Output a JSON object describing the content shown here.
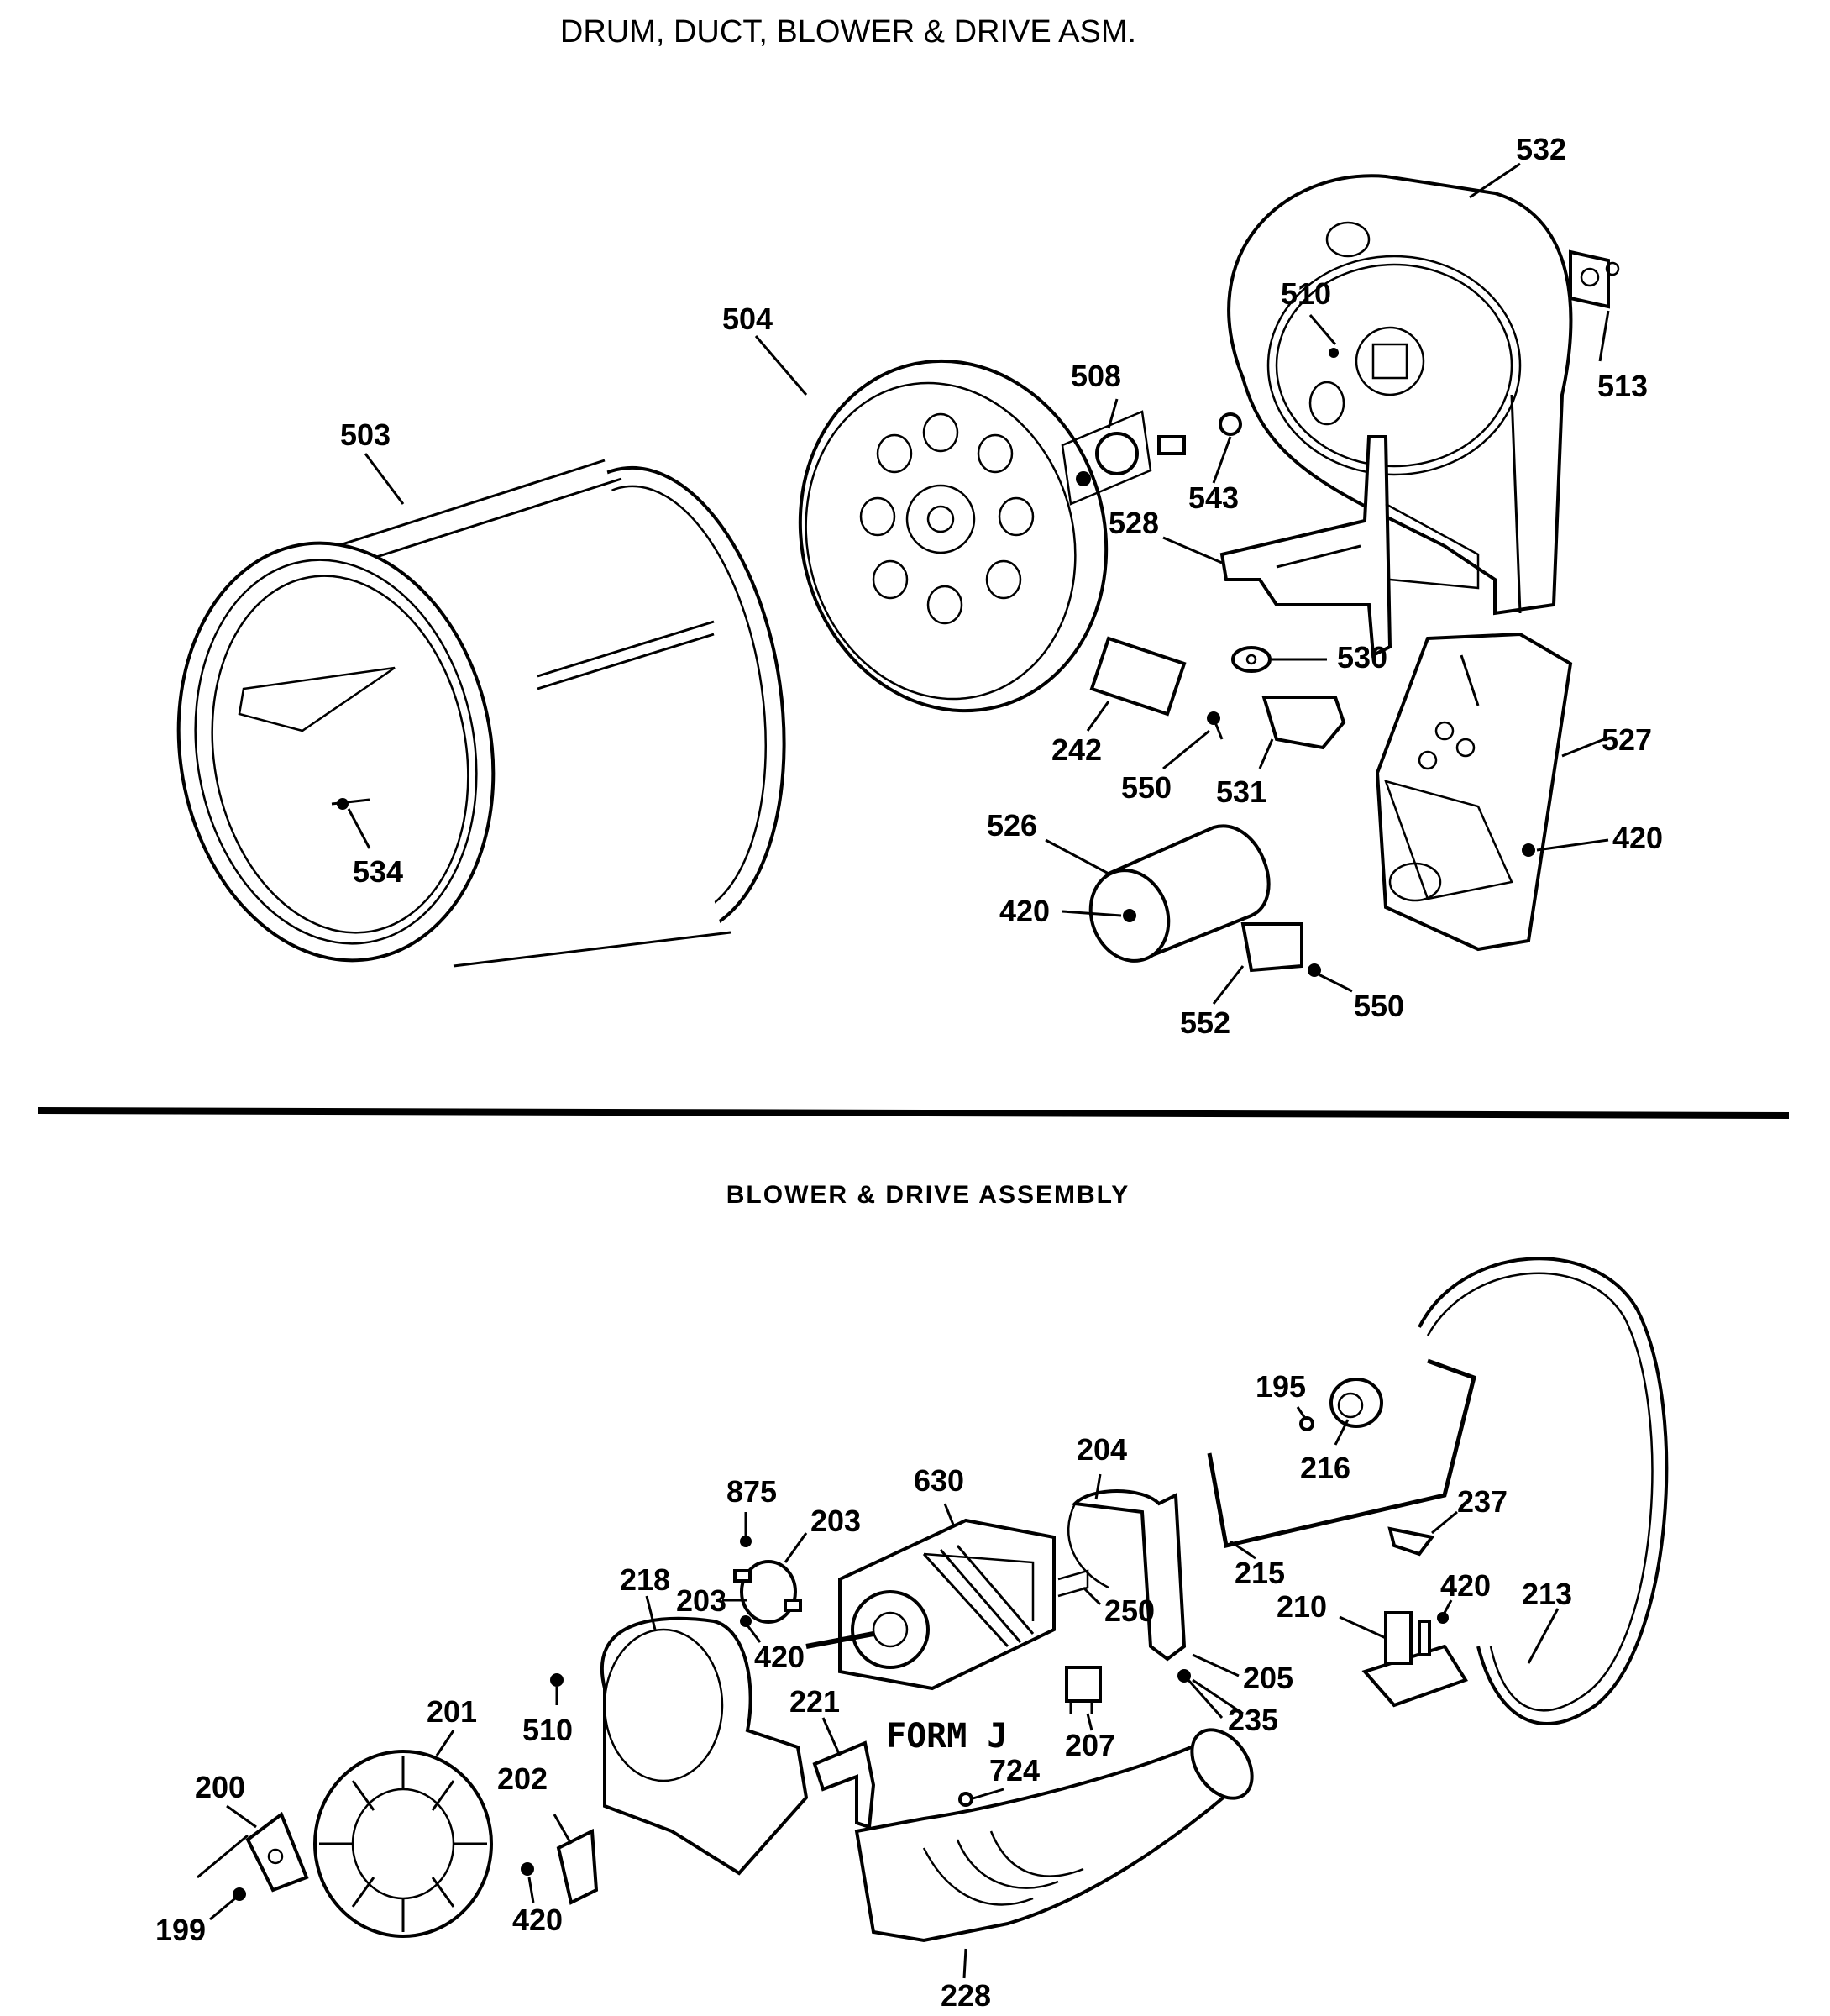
{
  "titles": {
    "top": "DRUM, DUCT, BLOWER & DRIVE ASM.",
    "bottom": "BLOWER & DRIVE ASSEMBLY"
  },
  "form_label": "FORM J",
  "labels": {
    "l503": "503",
    "l504": "504",
    "l508": "508",
    "l510a": "510",
    "l513": "513",
    "l532": "532",
    "l543": "543",
    "l528": "528",
    "l530": "530",
    "l527": "527",
    "l242": "242",
    "l550a": "550",
    "l531": "531",
    "l420a": "420",
    "l526": "526",
    "l420b": "420",
    "l552": "552",
    "l550b": "550",
    "l534": "534",
    "l195": "195",
    "l216": "216",
    "l204": "204",
    "l237": "237",
    "l630": "630",
    "l875": "875",
    "l203a": "203",
    "l203b": "203",
    "l218": "218",
    "l420c": "420",
    "l250": "250",
    "l215": "215",
    "l420d": "420",
    "l210": "210",
    "l213": "213",
    "l205": "205",
    "l201": "201",
    "l510b": "510",
    "l221": "221",
    "l207": "207",
    "l235": "235",
    "l200": "200",
    "l202": "202",
    "l724": "724",
    "l199": "199",
    "l420e": "420",
    "l228": "228"
  }
}
